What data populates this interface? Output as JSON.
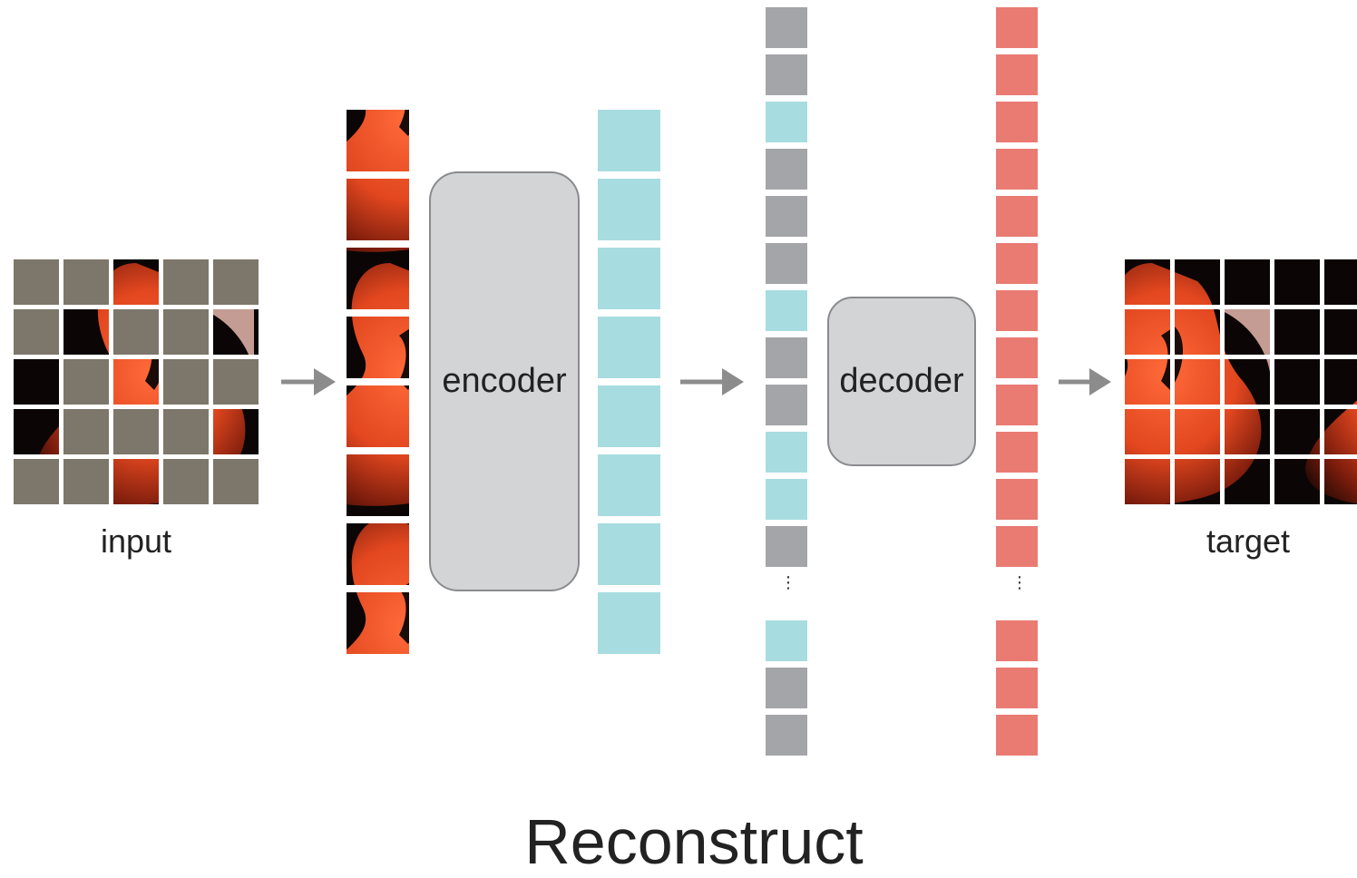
{
  "labels": {
    "input": "input",
    "target": "target",
    "encoder": "encoder",
    "decoder": "decoder",
    "caption": "Reconstruct"
  },
  "colors": {
    "mask_patch": "#7d766a",
    "encoded_token": "#a7dde0",
    "mask_token": "#a4a5a8",
    "decoder_output": "#e97b73",
    "box_fill": "#d3d4d6",
    "box_border": "#8a8b8e",
    "arrow": "#8c8c8c"
  },
  "input_grid": {
    "visible_patches": [
      [
        0,
        2
      ],
      [
        1,
        1
      ],
      [
        1,
        4
      ],
      [
        2,
        0
      ],
      [
        2,
        2
      ],
      [
        3,
        0
      ],
      [
        3,
        4
      ],
      [
        4,
        2
      ]
    ]
  },
  "mask_token_sequence": [
    "mask",
    "mask",
    "encoded",
    "mask",
    "mask",
    "mask",
    "encoded",
    "mask",
    "mask",
    "encoded",
    "encoded",
    "mask",
    "ellipsis",
    "encoded",
    "mask",
    "mask"
  ],
  "ellipsis_symbol": "⋮"
}
